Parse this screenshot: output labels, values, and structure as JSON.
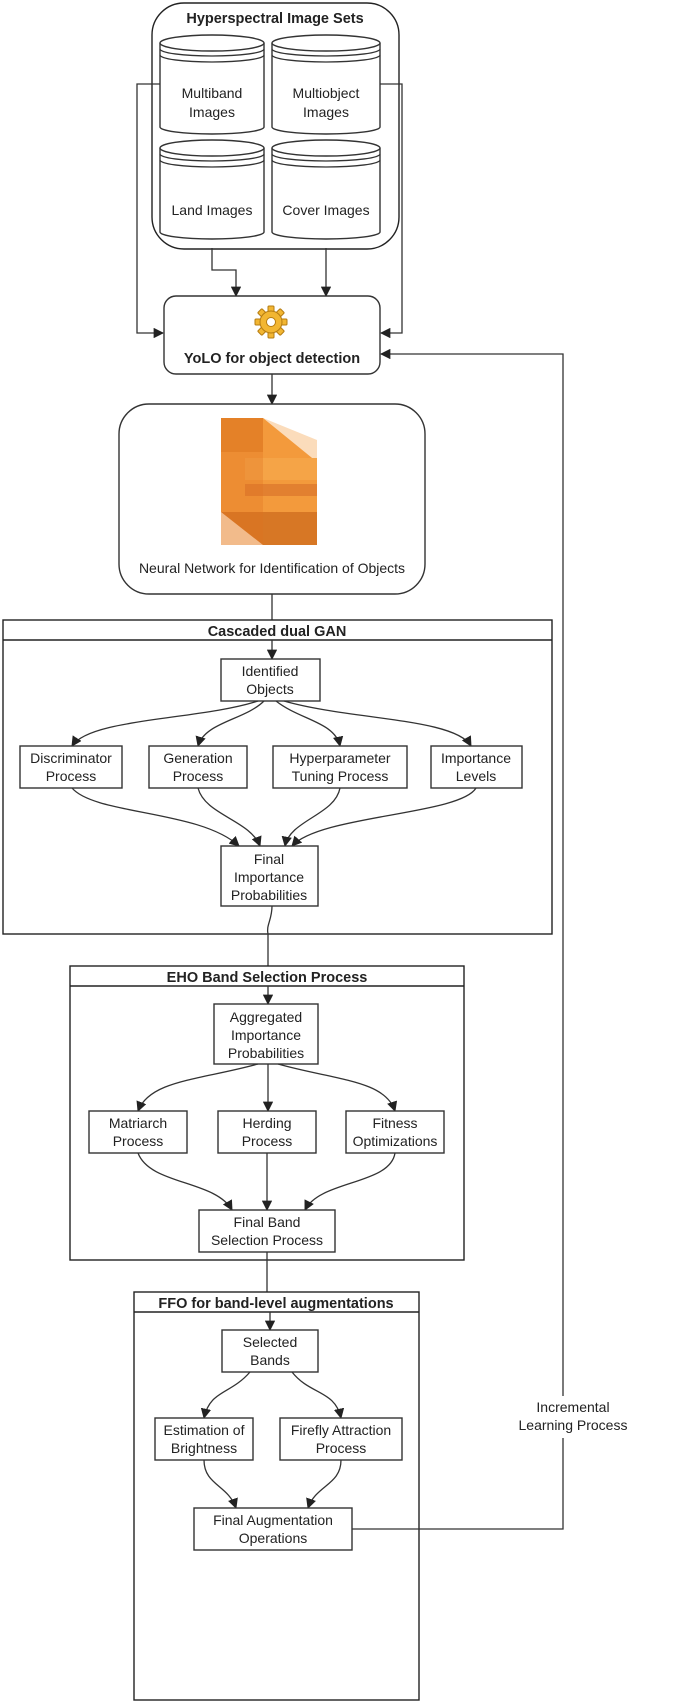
{
  "hyperspectral": {
    "title": "Hyperspectral Image Sets",
    "db1": [
      "Multiband",
      "Images"
    ],
    "db2": [
      "Multiobject",
      "Images"
    ],
    "db3": [
      "Land Images"
    ],
    "db4": [
      "Cover Images"
    ]
  },
  "yolo": {
    "label": "YoLO for object detection",
    "icon": "gear-icon"
  },
  "neural_network": {
    "label": "Neural Network for Identification of Objects",
    "icon": "neural-network-icon"
  },
  "gan": {
    "title": "Cascaded dual GAN",
    "input": [
      "Identified",
      "Objects"
    ],
    "p1": [
      "Discriminator",
      "Process"
    ],
    "p2": [
      "Generation",
      "Process"
    ],
    "p3": [
      "Hyperparameter",
      "Tuning Process"
    ],
    "p4": [
      "Importance",
      "Levels"
    ],
    "output": [
      "Final",
      "Importance",
      "Probabilities"
    ]
  },
  "eho": {
    "title": "EHO Band Selection Process",
    "input": [
      "Aggregated",
      "Importance",
      "Probabilities"
    ],
    "p1": [
      "Matriarch",
      "Process"
    ],
    "p2": [
      "Herding",
      "Process"
    ],
    "p3": [
      "Fitness",
      "Optimizations"
    ],
    "output": [
      "Final Band",
      "Selection Process"
    ]
  },
  "ffo": {
    "title": "FFO for band-level augmentations",
    "input": [
      "Selected",
      "Bands"
    ],
    "p1": [
      "Estimation of",
      "Brightness"
    ],
    "p2": [
      "Firefly Attraction",
      "Process"
    ],
    "output": [
      "Final Augmentation",
      "Operations"
    ]
  },
  "feedback": {
    "label": [
      "Incremental",
      "Learning Process"
    ]
  },
  "colors": {
    "line": "#333333",
    "gear": "#f2b632",
    "network_light": "#f39a3c",
    "network_dark": "#c8641a"
  }
}
